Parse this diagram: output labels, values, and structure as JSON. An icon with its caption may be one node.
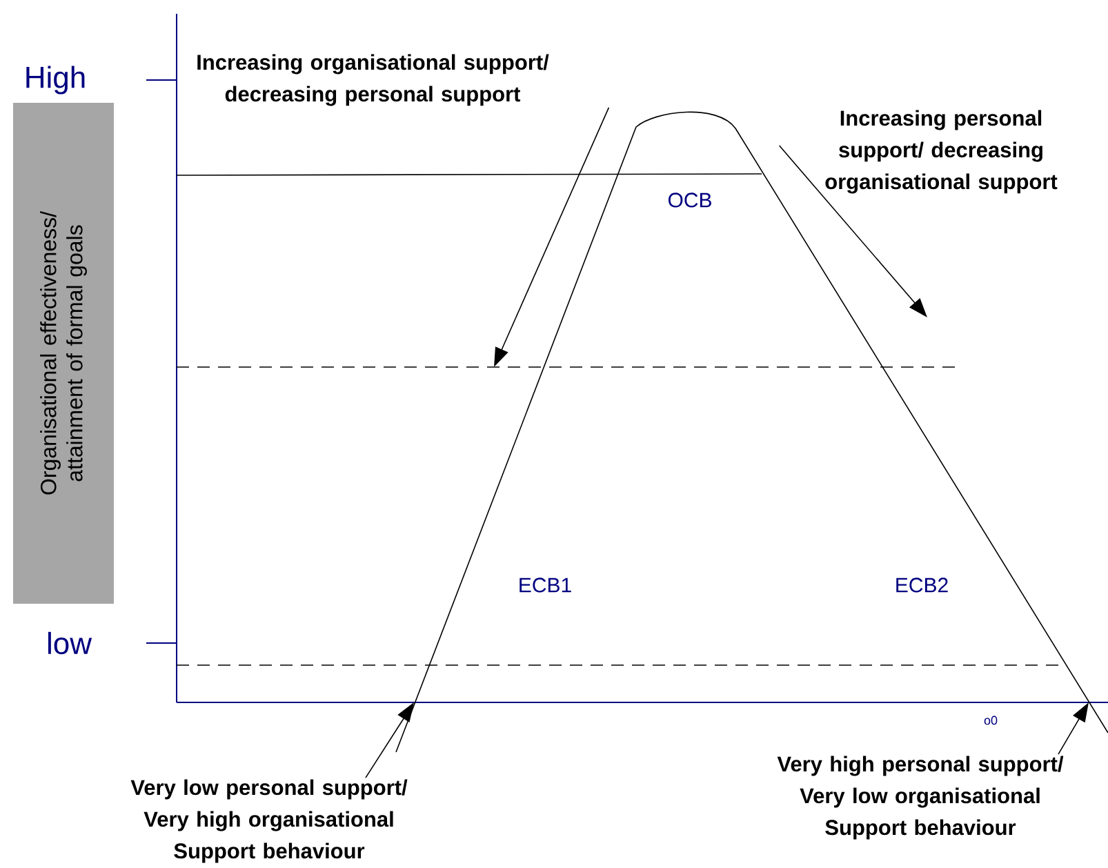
{
  "diagram": {
    "nodes": [
      {
        "text": [
          "Organisational effectiveness/ attainment of formal goals"
        ]
      },
      {
        "text": [
          "Increasing organisational support/ decreasing personal support"
        ]
      },
      {
        "text": [
          "Increasing personal support/ decreasing organisational support"
        ]
      },
      {
        "text": [
          "Very low personal support/ Very high organisational Support behaviour"
        ]
      },
      {
        "text": [
          "Very high personal support/ Very low organisational Support behaviour"
        ]
      }
    ],
    "edges": [
      {
        "from": 1,
        "to": null,
        "arrow": "to"
      },
      {
        "from": 2,
        "to": null,
        "arrow": "to"
      },
      {
        "from": 3,
        "to": null,
        "arrow": "to"
      },
      {
        "from": 4,
        "to": null,
        "arrow": "to"
      }
    ],
    "labels": [
      "High",
      "OCB",
      "ECB1",
      "ECB2",
      "low",
      "o0"
    ]
  }
}
